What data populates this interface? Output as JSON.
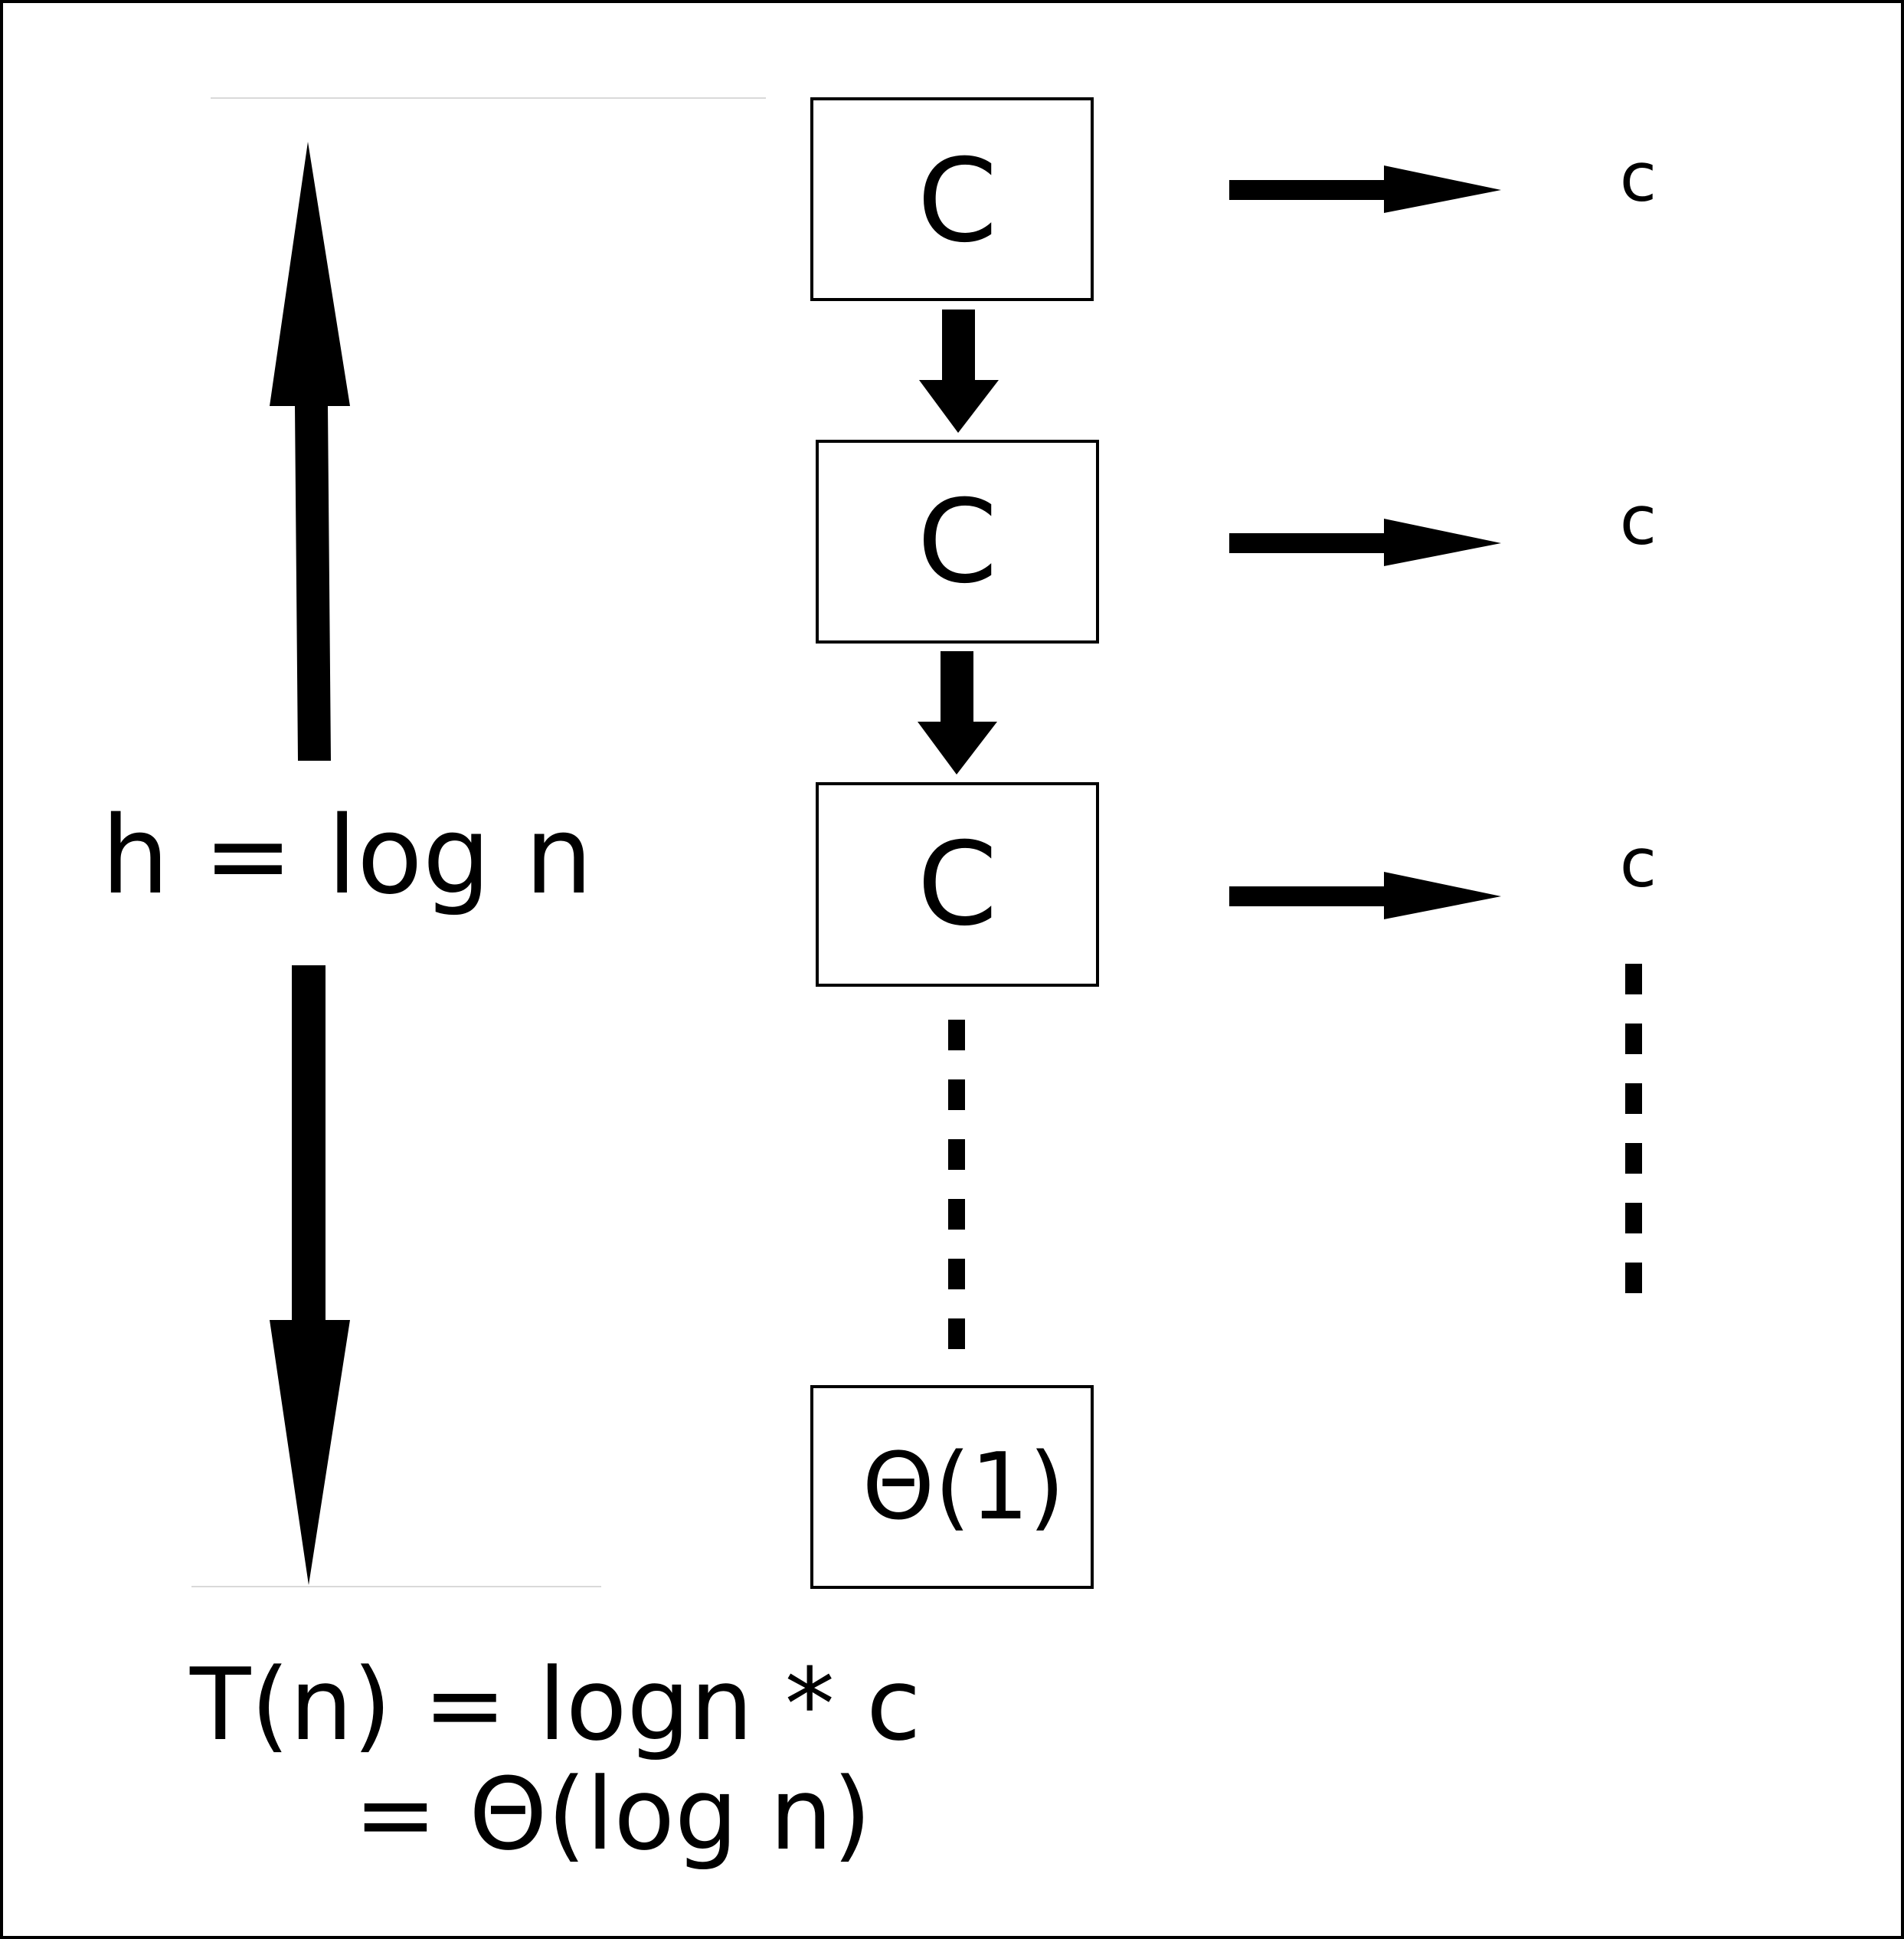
{
  "levels": [
    {
      "node_label": "C",
      "cost_label": "c"
    },
    {
      "node_label": "C",
      "cost_label": "c"
    },
    {
      "node_label": "C",
      "cost_label": "c"
    }
  ],
  "leaf": {
    "label": "Θ(1)"
  },
  "height_label": "h = log n",
  "total_cost": {
    "line1": "T(n) = logn * c",
    "line2": "= Θ(log n)"
  },
  "colors": {
    "stroke": "#000000",
    "guide_line": "#d9d9d9",
    "background": "#ffffff"
  }
}
